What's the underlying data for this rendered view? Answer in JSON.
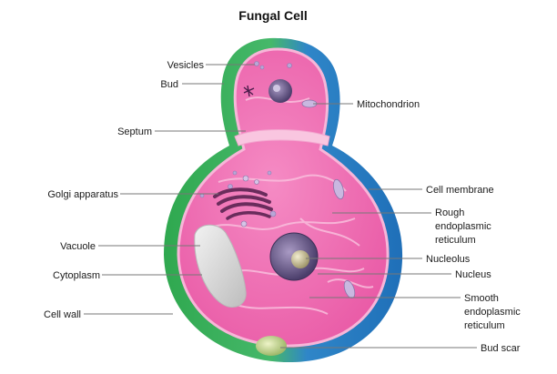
{
  "title": "Fungal Cell",
  "labels": {
    "vesicles": "Vesicles",
    "bud": "Bud",
    "septum": "Septum",
    "golgi": "Golgi apparatus",
    "vacuole": "Vacuole",
    "cytoplasm": "Cytoplasm",
    "cell_wall": "Cell wall",
    "mitochondrion": "Mitochondrion",
    "cell_membrane": "Cell membrane",
    "rough_er_1": "Rough",
    "rough_er_2": "endoplasmic",
    "rough_er_3": "reticulum",
    "nucleolus": "Nucleolus",
    "nucleus": "Nucleus",
    "smooth_er_1": "Smooth",
    "smooth_er_2": "endoplasmic",
    "smooth_er_3": "reticulum",
    "bud_scar": "Bud scar"
  },
  "colors": {
    "wall_green": "#2fa84f",
    "wall_blue": "#1f6fb8",
    "cytoplasm": "#ee6fb3",
    "membrane": "#f7b6d8",
    "nucleus": "#5a4d7a",
    "vacuole": "#d9d9d9",
    "golgi": "#6a2c5c",
    "bud_scar": "#c8d89a"
  }
}
